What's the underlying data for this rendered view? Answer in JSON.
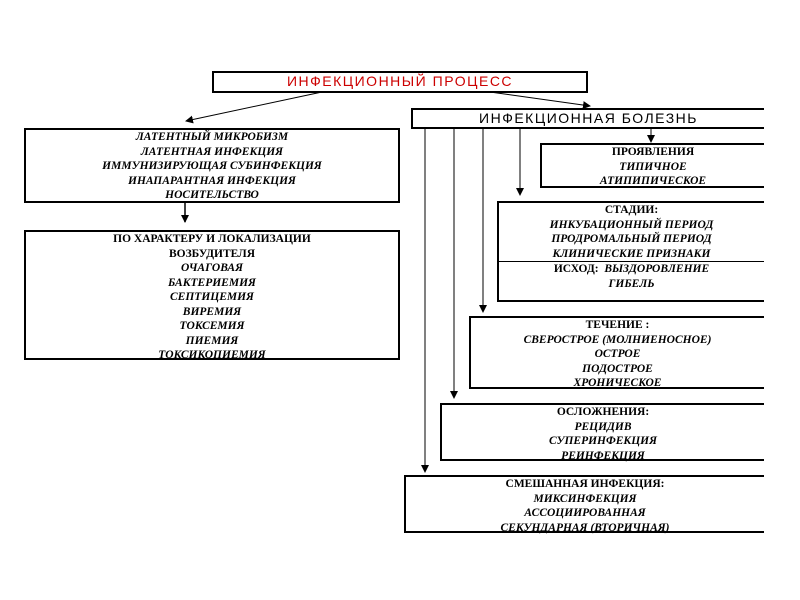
{
  "root": {
    "title": "ИНФЕКЦИОННЫЙ ПРОЦЕСС",
    "color": "#cc0000"
  },
  "latent_box": {
    "items": [
      "ЛАТЕНТНЫЙ МИКРОБИЗМ",
      "ЛАТЕНТНАЯ ИНФЕКЦИЯ",
      "ИММУНИЗИРУЮЩАЯ СУБИНФЕКЦИЯ",
      "ИНАПАРАНТНАЯ ИНФЕКЦИЯ",
      "НОСИТЕЛЬСТВО"
    ]
  },
  "localization_box": {
    "heading": [
      "ПО ХАРАКТЕРУ И ЛОКАЛИЗАЦИИ",
      "ВОЗБУДИТЕЛЯ"
    ],
    "items": [
      "ОЧАГОВАЯ",
      "БАКТЕРИЕМИЯ",
      "СЕПТИЦЕМИЯ",
      "ВИРЕМИЯ",
      "ТОКСЕМИЯ",
      "ПИЕМИЯ",
      "ТОКСИКОПИЕМИЯ"
    ]
  },
  "disease": {
    "title": "ИНФЕКЦИОННАЯ БОЛЕЗНЬ"
  },
  "manifestations": {
    "heading": "ПРОЯВЛЕНИЯ",
    "items": [
      "ТИПИЧНОЕ",
      "АТИПИПИЧЕСКОЕ"
    ]
  },
  "stages": {
    "heading": "СТАДИИ:",
    "items": [
      "ИНКУБАЦИОННЫЙ ПЕРИОД",
      "ПРОДРОМАЛЬНЫЙ ПЕРИОД",
      "КЛИНИЧЕСКИЕ ПРИЗНАКИ"
    ],
    "outcome_label": "ИСХОД:",
    "outcome_items": [
      "ВЫЗДОРОВЛЕНИЕ",
      "ГИБЕЛЬ"
    ]
  },
  "course": {
    "heading": "ТЕЧЕНИЕ :",
    "items": [
      "СВЕРОСТРОЕ (МОЛНИЕНОСНОЕ)",
      "ОСТРОЕ",
      "ПОДОСТРОЕ",
      "ХРОНИЧЕСКОЕ"
    ]
  },
  "complications": {
    "heading": "ОСЛОЖНЕНИЯ:",
    "items": [
      "РЕЦИДИВ",
      "СУПЕРИНФЕКЦИЯ",
      "РЕИНФЕКЦИЯ"
    ]
  },
  "mixed": {
    "heading": "СМЕШАННАЯ ИНФЕКЦИЯ:",
    "items": [
      "МИКСИНФЕКЦИЯ",
      "АССОЦИИРОВАННАЯ",
      "СЕКУНДАРНАЯ (ВТОРИЧНАЯ)"
    ]
  }
}
